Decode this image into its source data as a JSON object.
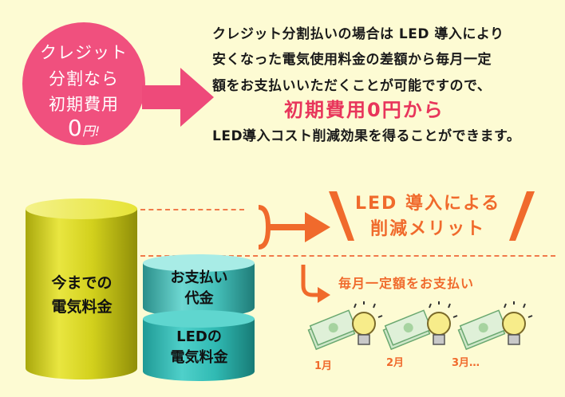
{
  "badge": {
    "line1": "クレジット",
    "line2": "分割なら",
    "line3": "初期費用",
    "zero": "0",
    "yen": "円!"
  },
  "message": {
    "line1": "クレジット分割払いの場合は LED 導入により",
    "line2": "安くなった電気使用料金の差額から毎月一定",
    "line3": "額をお支払いいただくことが可能ですので、",
    "highlight": "初期費用0円から",
    "line5": "LED導入コスト削減効果を得ることができます。"
  },
  "cylinders": {
    "current": "今までの電気料金",
    "current_l1": "今までの",
    "current_l2": "電気料金",
    "payment_l1": "お支払い",
    "payment_l2": "代金",
    "led_l1": "LEDの",
    "led_l2": "電気料金"
  },
  "merit": {
    "line1": "LED 導入による",
    "line2": "削減メリット"
  },
  "monthly": "毎月一定額をお支払い",
  "months": [
    "1月",
    "2月",
    "3月…"
  ],
  "colors": {
    "background": "#fdfbd3",
    "pink": "#f0507e",
    "orange": "#f06a2c",
    "gold": "#d4d21a",
    "teal": "#36b9b4"
  }
}
